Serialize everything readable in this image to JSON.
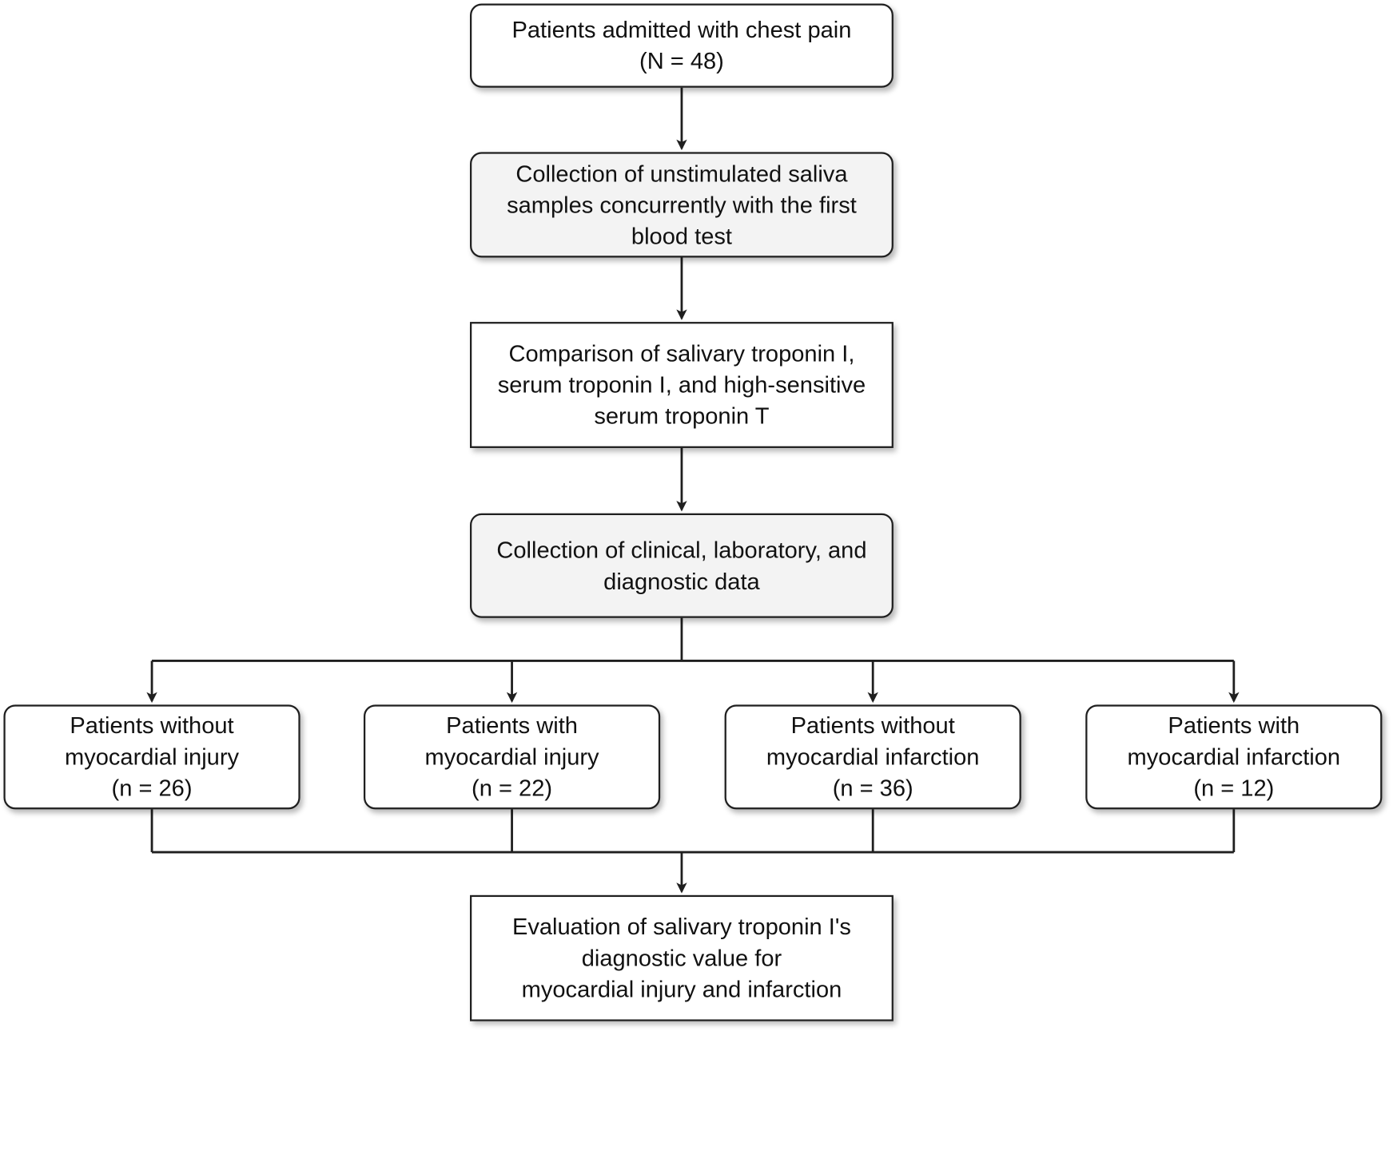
{
  "nodes": [
    {
      "id": "admitted",
      "text": "Patients admitted with chest pain\n(N = 48)",
      "style": "rounded",
      "fill": "#ffffff"
    },
    {
      "id": "saliva",
      "text": "Collection of unstimulated saliva\nsamples concurrently with the first\nblood test",
      "style": "rounded",
      "fill": "#f3f3f3"
    },
    {
      "id": "comparison",
      "text": "Comparison of salivary troponin I,\nserum troponin I, and high-sensitive\nserum troponin T",
      "style": "square",
      "fill": "#ffffff"
    },
    {
      "id": "clinical",
      "text": "Collection of clinical, laboratory, and\ndiagnostic data",
      "style": "rounded",
      "fill": "#f3f3f3"
    },
    {
      "id": "no-injury",
      "text": "Patients without\nmyocardial injury\n(n = 26)",
      "style": "rounded",
      "fill": "#ffffff"
    },
    {
      "id": "injury",
      "text": "Patients with\nmyocardial injury\n(n = 22)",
      "style": "rounded",
      "fill": "#ffffff"
    },
    {
      "id": "no-infarction",
      "text": "Patients without\nmyocardial infarction\n(n = 36)",
      "style": "rounded",
      "fill": "#ffffff"
    },
    {
      "id": "infarction",
      "text": "Patients with\nmyocardial infarction\n(n = 12)",
      "style": "rounded",
      "fill": "#ffffff"
    },
    {
      "id": "evaluation",
      "text": "Evaluation of salivary troponin I's\ndiagnostic value for\nmyocardial injury and infarction",
      "style": "square",
      "fill": "#ffffff"
    }
  ],
  "edges": [
    {
      "from": "admitted",
      "to": "saliva"
    },
    {
      "from": "saliva",
      "to": "comparison"
    },
    {
      "from": "comparison",
      "to": "clinical"
    },
    {
      "from": "clinical",
      "to": "no-injury"
    },
    {
      "from": "clinical",
      "to": "injury"
    },
    {
      "from": "clinical",
      "to": "no-infarction"
    },
    {
      "from": "clinical",
      "to": "infarction"
    },
    {
      "from": "no-injury",
      "to": "evaluation"
    },
    {
      "from": "injury",
      "to": "evaluation"
    },
    {
      "from": "no-infarction",
      "to": "evaluation"
    },
    {
      "from": "infarction",
      "to": "evaluation"
    }
  ],
  "colors": {
    "stroke": "#1f1f1f",
    "shaded_fill": "#f3f3f3",
    "plain_fill": "#ffffff"
  }
}
